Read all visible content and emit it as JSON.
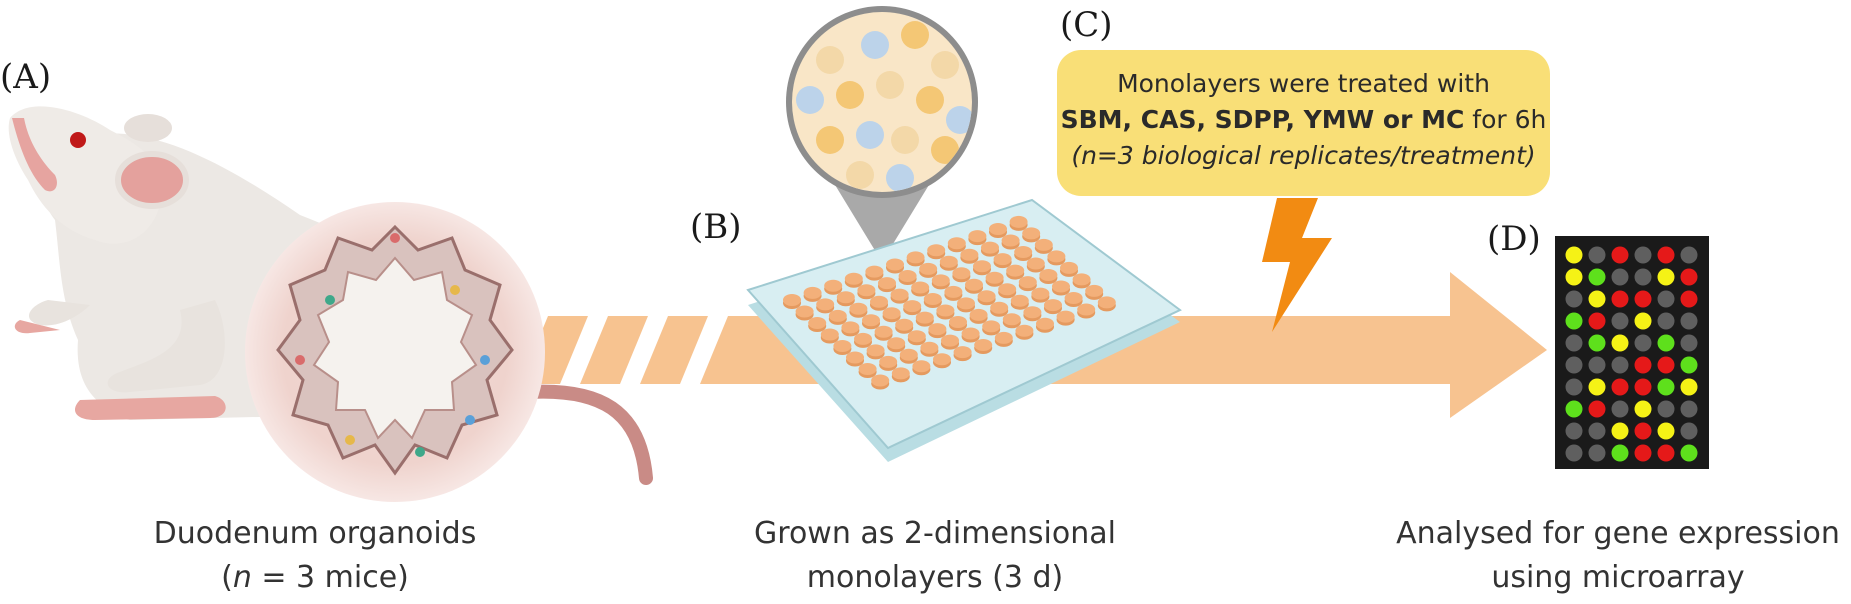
{
  "panels": {
    "a": {
      "label": "(A)",
      "caption_line1": "Duodenum organoids",
      "caption_line2_pre": "(",
      "caption_line2_var": "n",
      "caption_line2_post": " = 3 mice)"
    },
    "b": {
      "label": "(B)",
      "caption_line1": "Grown as 2-dimensional",
      "caption_line2": "monolayers (3 d)"
    },
    "c": {
      "label": "(C)",
      "line1": "Monolayers were treated with",
      "line2_bold": "SBM, CAS, SDPP, YMW or MC",
      "line2_rest": " for 6h",
      "line3": "(n=3 biological replicates/treatment)"
    },
    "d": {
      "label": "(D)",
      "caption_line1": "Analysed for gene expression",
      "caption_line2": "using microarray"
    }
  },
  "colors": {
    "arrow": "#f7c390",
    "callout": "#f9df77",
    "lightning": "#f28b12",
    "well": "#f3b07a",
    "plate": "#d8eef2",
    "array_bg": "#1a1a1a",
    "dot_yellow": "#f5f216",
    "dot_green": "#5ee01c",
    "dot_red": "#e51919",
    "dot_gray": "#5f5f5f"
  },
  "microarray": {
    "rows": [
      [
        "Y",
        "G",
        "R",
        "G",
        "R",
        "G"
      ],
      [
        "Y",
        "L",
        "G",
        "G",
        "Y",
        "R"
      ],
      [
        "G",
        "Y",
        "R",
        "R",
        "G",
        "R"
      ],
      [
        "L",
        "R",
        "G",
        "Y",
        "G",
        "G"
      ],
      [
        "G",
        "L",
        "Y",
        "G",
        "L",
        "G"
      ],
      [
        "G",
        "G",
        "G",
        "R",
        "R",
        "L"
      ],
      [
        "G",
        "Y",
        "R",
        "R",
        "L",
        "Y"
      ],
      [
        "L",
        "R",
        "G",
        "Y",
        "G",
        "G"
      ],
      [
        "G",
        "G",
        "Y",
        "R",
        "Y",
        "G"
      ],
      [
        "G",
        "G",
        "L",
        "R",
        "R",
        "L"
      ]
    ]
  },
  "icons": [
    "mouse-icon",
    "organoid-icon",
    "well-plate-icon",
    "cell-zoom-icon",
    "lightning-icon",
    "microarray-icon"
  ]
}
